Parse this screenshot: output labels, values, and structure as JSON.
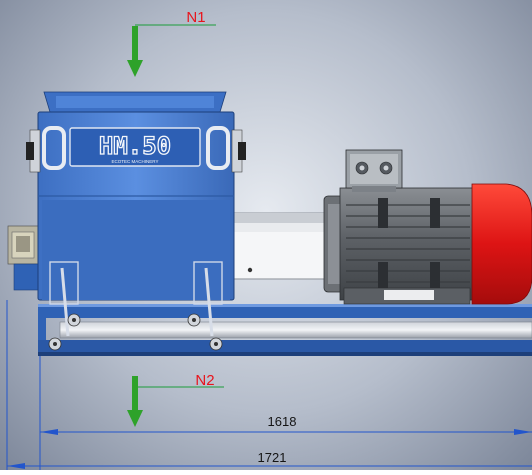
{
  "loads": {
    "top": {
      "label": "N1"
    },
    "bottom": {
      "label": "N2"
    }
  },
  "dimensions": {
    "inner": {
      "value": "1618"
    },
    "outer": {
      "value": "1721"
    }
  },
  "machine": {
    "logo": "HM.50",
    "logo_subtitle": "ECOTEC MACHINERY"
  },
  "colors": {
    "frame_blue": "#2f62b5",
    "housing_blue": "#4a7fd3",
    "motor_gray": "#6f7378",
    "motor_red": "#dd1414",
    "arrow_green": "#2ea22a",
    "load_label": "#e8141c",
    "dimension_line": "#2255cc"
  }
}
